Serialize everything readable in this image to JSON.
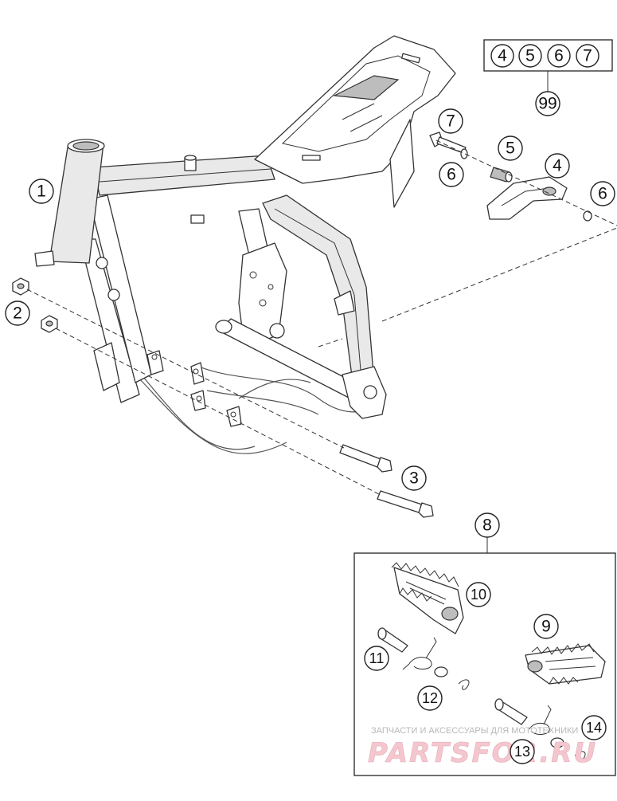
{
  "callouts": {
    "c1": "1",
    "c2": "2",
    "c3": "3",
    "c4": "4",
    "c5": "5",
    "c6a": "6",
    "c6b": "6",
    "c7": "7",
    "c8": "8",
    "c9": "9",
    "c10": "10",
    "c11": "11",
    "c12": "12",
    "c13": "13",
    "c14": "14",
    "c99": "99"
  },
  "kit_group": {
    "members": [
      "4",
      "5",
      "6",
      "7"
    ],
    "kit_number": "99"
  },
  "watermark": {
    "caption": "ЗАПЧАСТИ И АКСЕССУАРЫ ДЛЯ МОТОТЕХНИКИ",
    "logo": "PARTSFOR.RU"
  },
  "colors": {
    "line": "#333333",
    "watermark": "#f4c7cf"
  }
}
